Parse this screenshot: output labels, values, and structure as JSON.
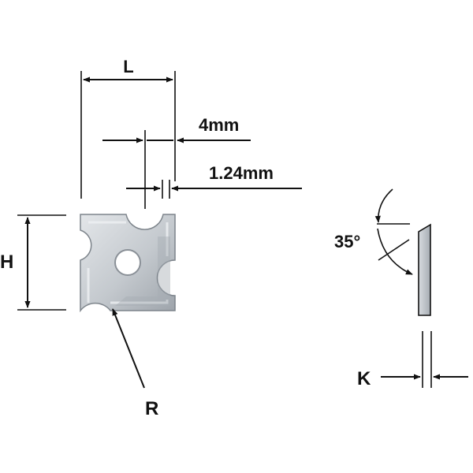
{
  "labels": {
    "L": "L",
    "dim_4mm": "4mm",
    "dim_124mm": "1.24mm",
    "H": "H",
    "R": "R",
    "angle": "35°",
    "K": "K"
  },
  "colors": {
    "insert_fill": "#c9ced3",
    "insert_shade": "#a3a9b0",
    "insert_highlight": "#e6e9ec",
    "line": "#111111"
  }
}
